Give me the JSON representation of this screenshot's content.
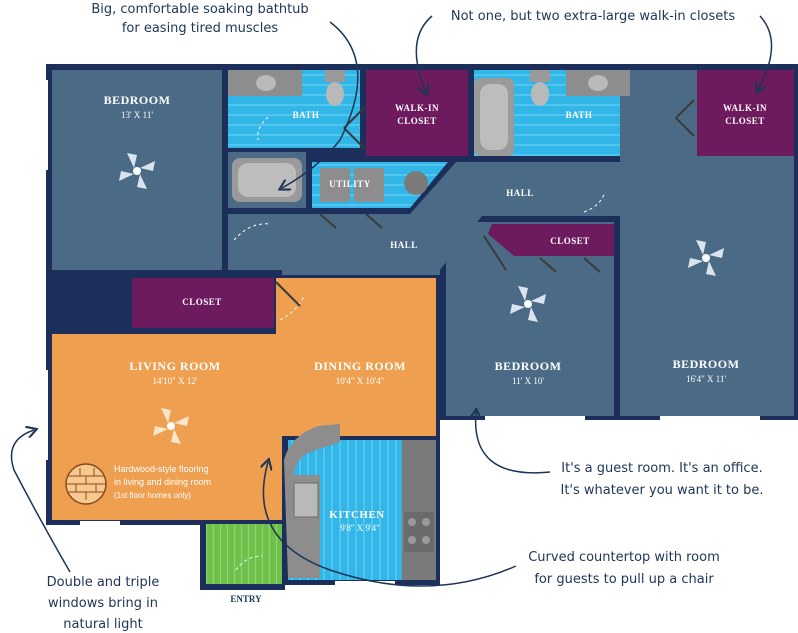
{
  "rooms": {
    "bedroom_left": {
      "name": "BEDROOM",
      "dims": "13' X 11'"
    },
    "bath_left": {
      "name": "BATH"
    },
    "walkin_left": {
      "line1": "WALK-IN",
      "line2": "CLOSET"
    },
    "bath_right": {
      "name": "BATH"
    },
    "walkin_right": {
      "line1": "WALK-IN",
      "line2": "CLOSET"
    },
    "utility": {
      "name": "UTILITY"
    },
    "hall_upper": {
      "name": "HALL"
    },
    "hall_lower": {
      "name": "HALL"
    },
    "closet_mid": {
      "name": "CLOSET"
    },
    "closet_left": {
      "name": "CLOSET"
    },
    "living": {
      "name": "LIVING ROOM",
      "dims": "14'10\" X 12'"
    },
    "dining": {
      "name": "DINING ROOM",
      "dims": "10'4\" X 10'4\""
    },
    "bedroom_mid": {
      "name": "BEDROOM",
      "dims": "11' X 10'"
    },
    "bedroom_right": {
      "name": "BEDROOM",
      "dims": "16'4\" X 11'"
    },
    "kitchen": {
      "name": "KITCHEN",
      "dims": "9'8\" X 9'4\""
    },
    "entry": {
      "name": "ENTRY"
    }
  },
  "flooring_note": {
    "line1": "Hardwood-style flooring",
    "line2": "in living and dining room",
    "line3": "(1st floor homes only)"
  },
  "callouts": {
    "bathtub": {
      "line1": "Big, comfortable soaking bathtub",
      "line2": "for easing tired muscles"
    },
    "closets": {
      "line1": "Not one, but two extra-large walk-in closets"
    },
    "guest": {
      "line1": "It's a guest room. It's an office.",
      "line2": "It's whatever you want it to be."
    },
    "countertop": {
      "line1": "Curved countertop with room",
      "line2": "for guests to pull up a chair"
    },
    "windows": {
      "line1": "Double and triple",
      "line2": "windows bring in",
      "line3": "natural light"
    }
  },
  "colors": {
    "wall": "#1c2f5a",
    "bedroom": "#4a6a86",
    "bath": "#31b6e7",
    "closet": "#6e1a5e",
    "living": "#ee9f4f",
    "entry": "#6fc04b",
    "fixture": "#8d8d8d",
    "note_text": "#1d3557"
  }
}
